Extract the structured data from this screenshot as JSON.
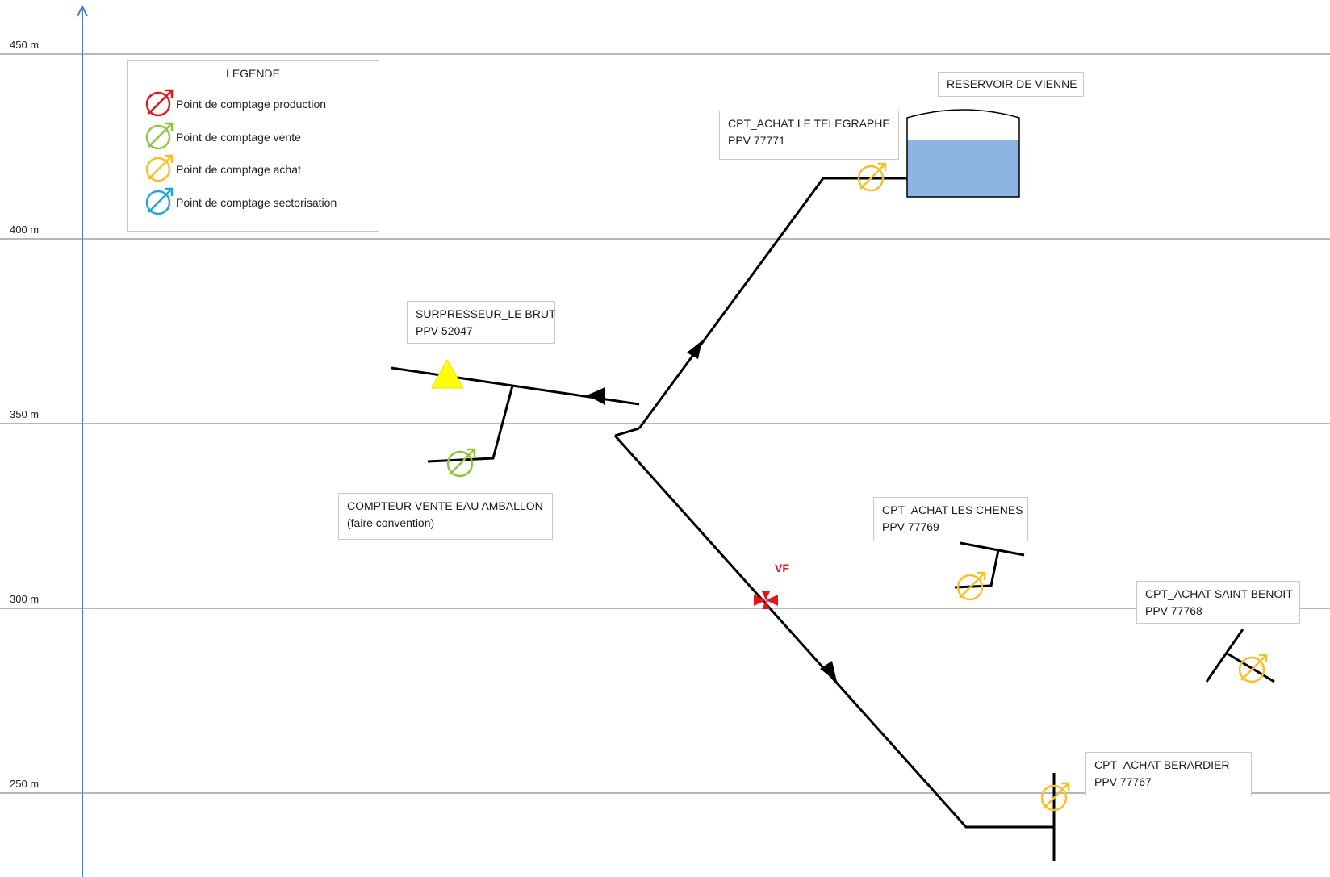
{
  "levels": [
    "450 m",
    "400 m",
    "350 m",
    "300 m",
    "250 m"
  ],
  "legend": {
    "title": "LEGENDE",
    "items": [
      {
        "label": "Point de comptage production",
        "color": "#e0161b",
        "icon": "meter-production-icon"
      },
      {
        "label": "Point de comptage vente",
        "color": "#8cc63f",
        "icon": "meter-vente-icon"
      },
      {
        "label": "Point de comptage achat",
        "color": "#f6c026",
        "icon": "meter-achat-icon"
      },
      {
        "label": "Point de comptage sectorisation",
        "color": "#1fa5e0",
        "icon": "meter-sectorisation-icon"
      }
    ]
  },
  "labels": {
    "reservoir": "RESERVOIR DE VIENNE",
    "telegraphe": {
      "line1": "CPT_ACHAT LE TELEGRAPHE",
      "line2": "PPV 77771"
    },
    "surpresseur": {
      "line1": "SURPRESSEUR_LE BRUT",
      "line2": "PPV  52047"
    },
    "amballon": {
      "line1": "COMPTEUR VENTE EAU AMBALLON",
      "line2": "(faire convention)"
    },
    "chenes": {
      "line1": "CPT_ACHAT LES CHENES",
      "line2": "PPV  77769"
    },
    "saint_benoit": {
      "line1": "CPT_ACHAT SAINT BENOIT",
      "line2": "PPV  77768"
    },
    "berardier": {
      "line1": "CPT_ACHAT BERARDIER",
      "line2": "PPV  77767"
    },
    "vf": "VF"
  },
  "colors": {
    "axis": "#4a7ebf",
    "gridline": "#8c8c8c",
    "pipe": "#000000",
    "water": "#8db4e2",
    "booster": "#ffff00",
    "valve": "#e0161b"
  }
}
